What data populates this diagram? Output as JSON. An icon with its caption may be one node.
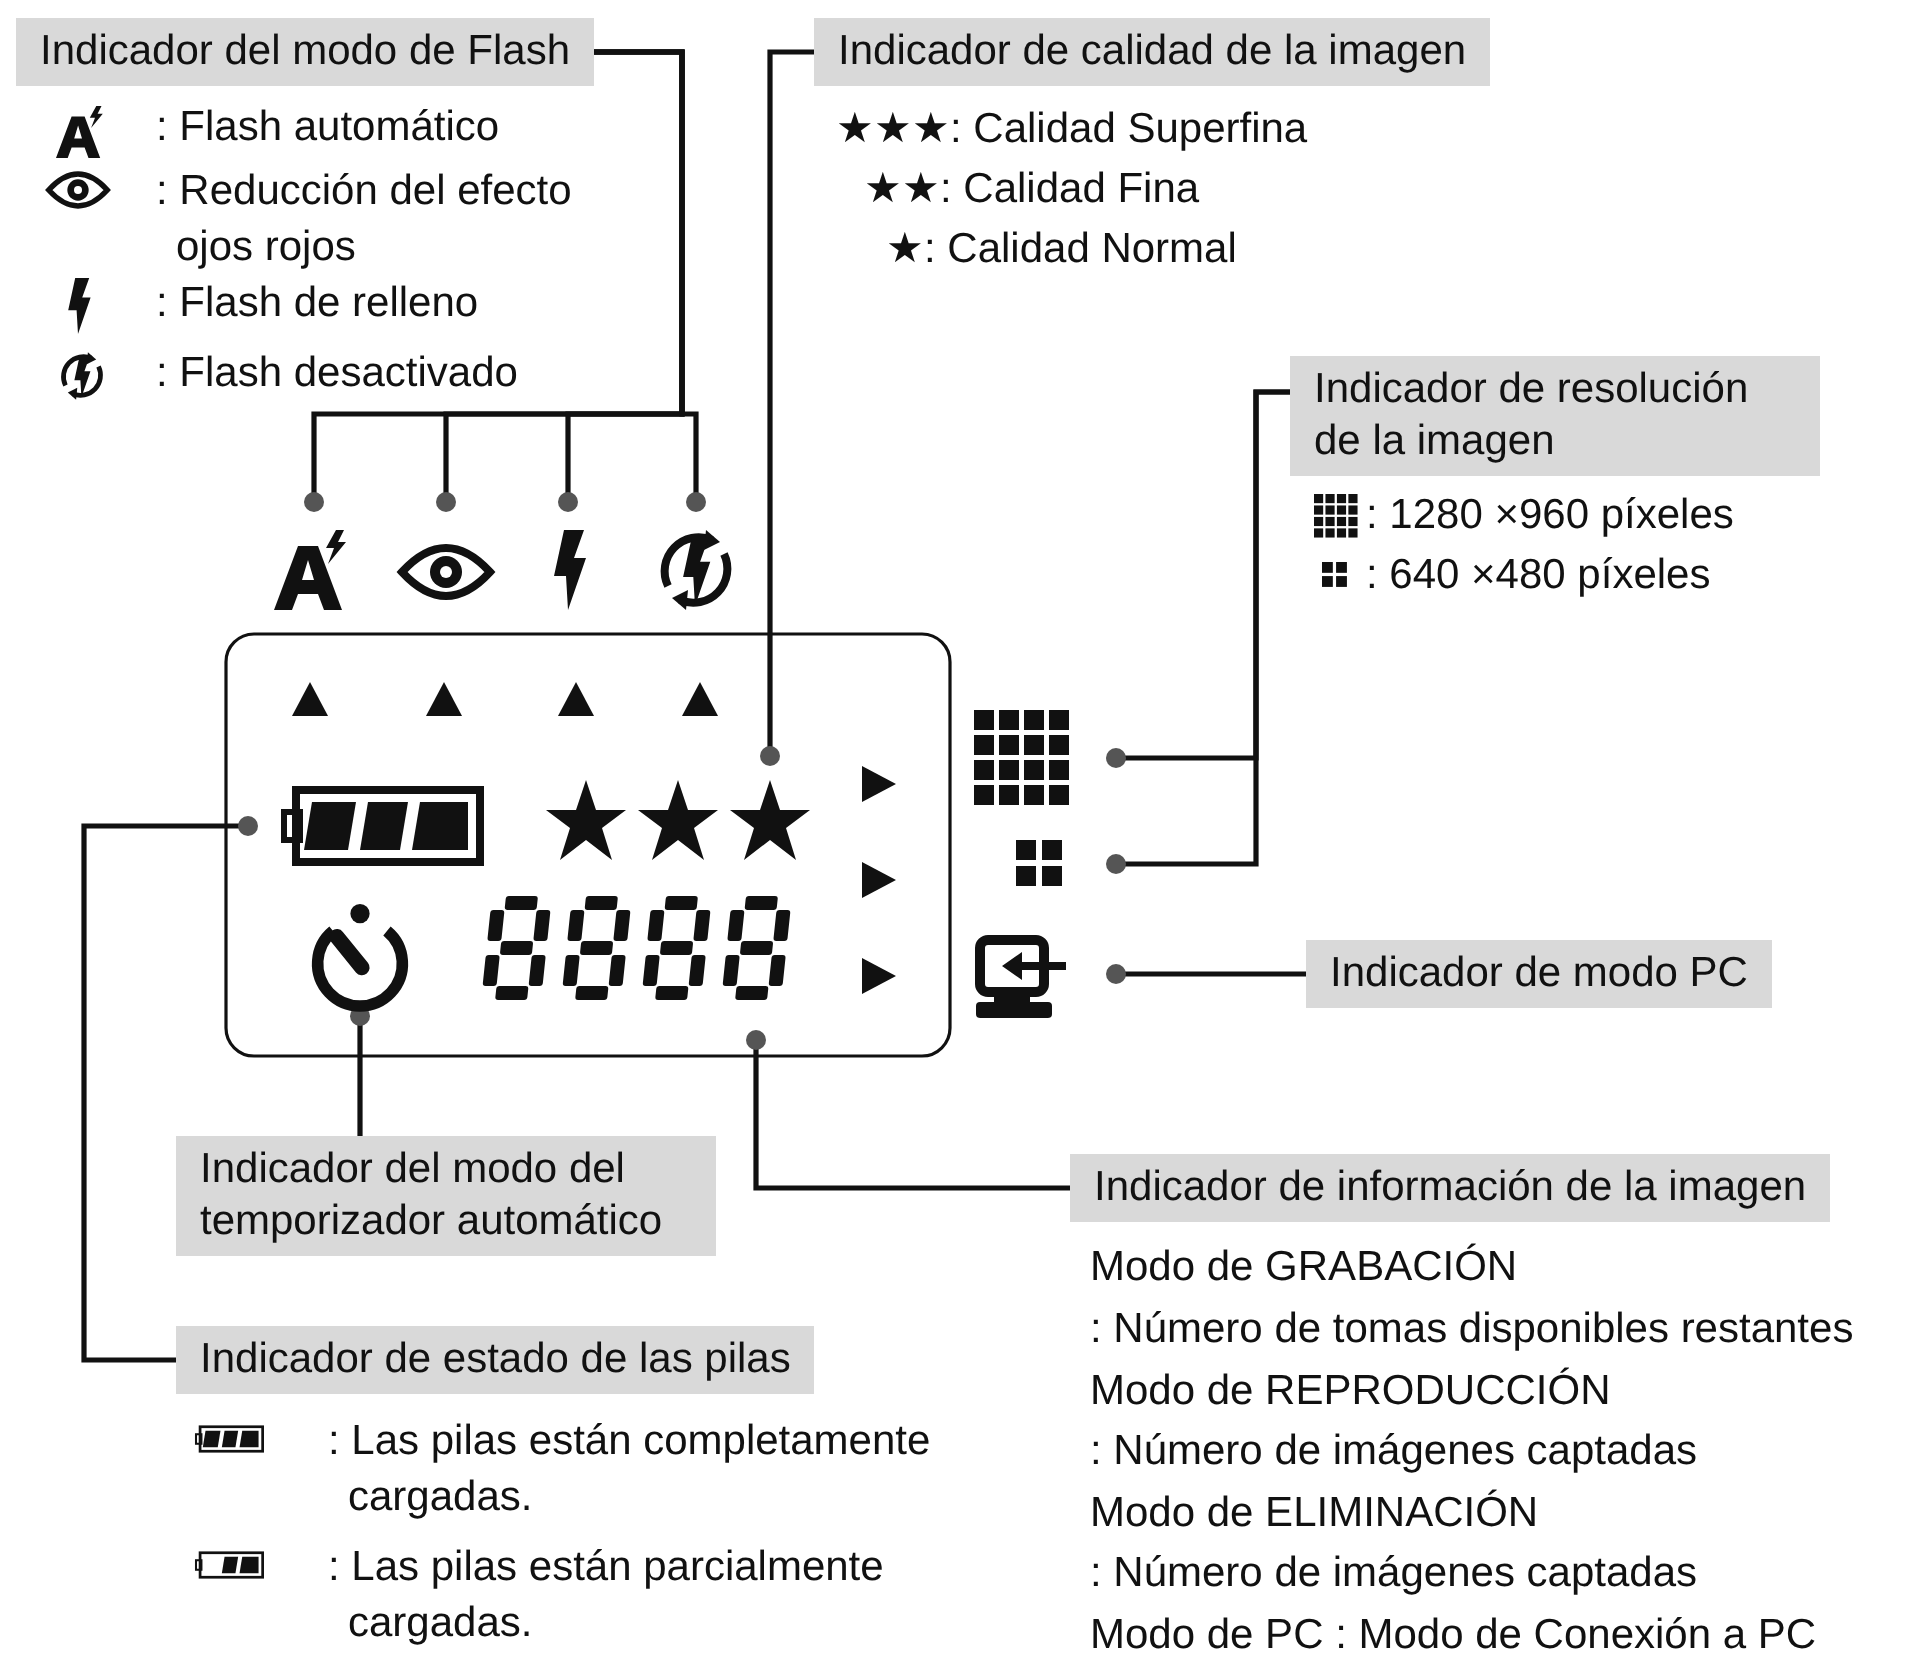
{
  "diagram": {
    "nodes": [
      {
        "text": [
          "Indicador del modo de Flash"
        ]
      },
      {
        "text": [],
        "shape": "icon"
      },
      {
        "text": [],
        "shape": "icon"
      },
      {
        "text": [],
        "shape": "icon"
      },
      {
        "text": [],
        "shape": "icon"
      },
      {
        "text": [
          "Indicador de calidad de la imagen"
        ]
      },
      {
        "text": [],
        "shape": "star"
      },
      {
        "text": [
          "Indicador de resolución de la imagen"
        ]
      },
      {
        "text": [],
        "shape": "icon"
      },
      {
        "text": [],
        "shape": "icon"
      },
      {
        "text": [
          "Indicador de modo PC"
        ]
      },
      {
        "text": [],
        "shape": "icon"
      },
      {
        "text": [],
        "shape": "icon"
      },
      {
        "text": [
          "Indicador de estado de las pilas"
        ]
      },
      {
        "text": [],
        "shape": "icon"
      },
      {
        "text": [
          "Indicador del modo del temporizador automático"
        ]
      },
      {
        "text": [],
        "shape": "display"
      },
      {
        "text": [
          "Indicador de información de la imagen"
        ]
      }
    ],
    "edges": [
      {
        "from": 0,
        "to": 1,
        "arrow": "other"
      },
      {
        "from": 0,
        "to": 2,
        "arrow": "other"
      },
      {
        "from": 0,
        "to": 3,
        "arrow": "other"
      },
      {
        "from": 0,
        "to": 4,
        "arrow": "other"
      },
      {
        "from": 5,
        "to": 6,
        "arrow": "other"
      },
      {
        "from": 7,
        "to": 8,
        "arrow": "other"
      },
      {
        "from": 7,
        "to": 9,
        "arrow": "other"
      },
      {
        "from": 10,
        "to": 11,
        "arrow": "other"
      },
      {
        "from": 13,
        "to": 12,
        "arrow": "other"
      },
      {
        "from": 15,
        "to": 14,
        "arrow": "other"
      },
      {
        "from": 17,
        "to": 16,
        "arrow": "other"
      }
    ],
    "labels": [
      ": Flash automático",
      ": Reducción del efecto ojos rojos",
      ": Flash de relleno",
      ": Flash desactivado",
      "★★★: Calidad Superfina",
      "★★: Calidad Fina",
      "★: Calidad Normal",
      ": 1280 ×960 píxeles",
      ": 640 ×480 píxeles",
      ": Las pilas están completamente cargadas.",
      ": Las pilas están parcialmente cargadas.",
      "Modo de GRABACIÓN",
      ": Número de tomas disponibles restantes",
      "Modo de REPRODUCCIÓN",
      ": Número de imágenes captadas",
      "Modo de ELIMINACIÓN",
      ": Número de imágenes captadas",
      "Modo de PC : Modo de Conexión a PC"
    ]
  }
}
